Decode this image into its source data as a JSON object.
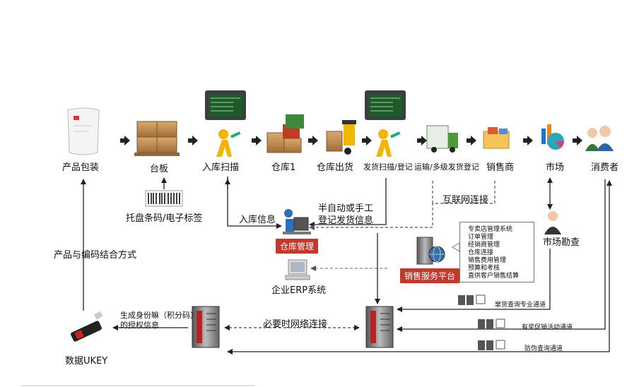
{
  "flow": {
    "product_packaging": "产品包装",
    "pallet": "台板",
    "inbound_scan": "入库扫描",
    "warehouse1": "仓库1",
    "warehouse_out": "仓库出货",
    "ship_scan": "发货扫描/登记",
    "transport": "运输/多级发货登记",
    "distributor": "销售商",
    "market": "市场",
    "consumer": "消费者"
  },
  "labels": {
    "pallet_barcode": "托盘条码/电子标签",
    "inbound_info": "入库信息",
    "semi_auto_line1": "半自动或手工",
    "semi_auto_line2": "登记发货信息",
    "internet": "互联网连接",
    "warehouse_mgmt": "仓库管理",
    "market_audit": "市场勘查",
    "sales_platform": "销售服务平台",
    "erp": "企业ERP系统",
    "code_combo": "产品与编码结合方式",
    "auth_line1": "生成身份嘛（积分码）",
    "auth_line2": "的授权信息",
    "network_when_needed": "必要时网络连接",
    "ukey": "数据UKEY",
    "channel1": "窜货查询专业通道",
    "channel2": "有奖促销活动通道",
    "channel3": "防伪查询通道"
  },
  "platform_functions": [
    "专卖店管理系统",
    "订单管理",
    "经销商管理",
    "仓库连接",
    "销售费用管理",
    "预算和考核",
    "直供客户销售结算"
  ],
  "colors": {
    "badge_red": "#c0392b",
    "arrow": "#222222",
    "dash": "#555555"
  },
  "icons": [
    "package-icon",
    "pallet-boxes-icon",
    "scanner-person-icon",
    "handheld-terminal-icon",
    "warehouse-boxes-icon",
    "forklift-icon",
    "truck-icon",
    "shop-goods-icon",
    "market-chart-icon",
    "consumers-icon",
    "barcode-icon",
    "operator-computer-icon",
    "server-globe-icon",
    "erp-computer-icon",
    "auditor-person-icon",
    "usb-key-icon",
    "server-tower-icon",
    "phone-terminal-icon"
  ]
}
